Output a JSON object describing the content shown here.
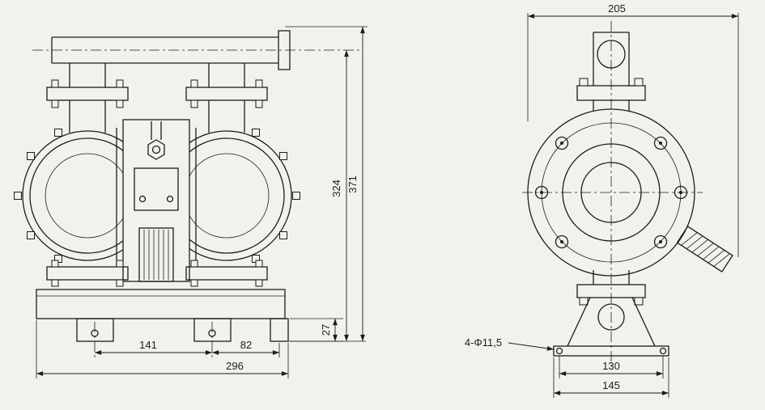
{
  "front_view": {
    "dims": {
      "d141": "141",
      "d82": "82",
      "d296": "296",
      "d27": "27",
      "d324": "324",
      "d371": "371"
    }
  },
  "side_view": {
    "dims": {
      "d205": "205",
      "holes": "4-Φ11,5",
      "d130": "130",
      "d145": "145"
    }
  },
  "colors": {
    "background": "#f1f1ee",
    "line": "#1c1c1c"
  }
}
